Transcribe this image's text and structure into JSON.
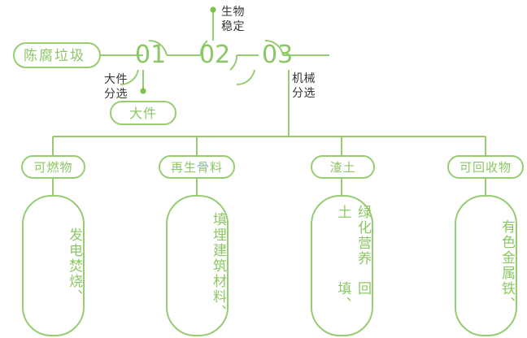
{
  "diagram": {
    "title_text": "",
    "colors": {
      "accent_green": "#8CC765",
      "line_green": "#96CC72",
      "label_dark": "#373737",
      "background": "#FFFFFF"
    },
    "start_node": {
      "label": "陈腐垃圾"
    },
    "stages": [
      {
        "number": "01",
        "process_label": "大件\n分选"
      },
      {
        "number": "02",
        "process_label": "生物\n稳定"
      },
      {
        "number": "03",
        "process_label": "机械\n分选"
      }
    ],
    "stage_numbers": {
      "one": "01",
      "two": "02",
      "three": "03"
    },
    "process_labels": {
      "bulky_sorting": "大件\n分选",
      "bio_stabilization": "生物\n稳定",
      "mechanical_sorting": "机械\n分选"
    },
    "bulky_output": {
      "label": "大件"
    },
    "outputs": [
      {
        "pill_label": "可燃物",
        "detail_columns": [
          "焚烧、",
          "发电"
        ]
      },
      {
        "pill_label": "再生骨料",
        "detail_columns": [
          "建筑材料、",
          "填埋"
        ]
      },
      {
        "pill_label": "渣土",
        "detail_columns": [
          "回填、",
          "绿化营养土"
        ]
      },
      {
        "pill_label": "可回收物",
        "detail_columns": [
          "铁、",
          "有色金属"
        ]
      }
    ]
  }
}
